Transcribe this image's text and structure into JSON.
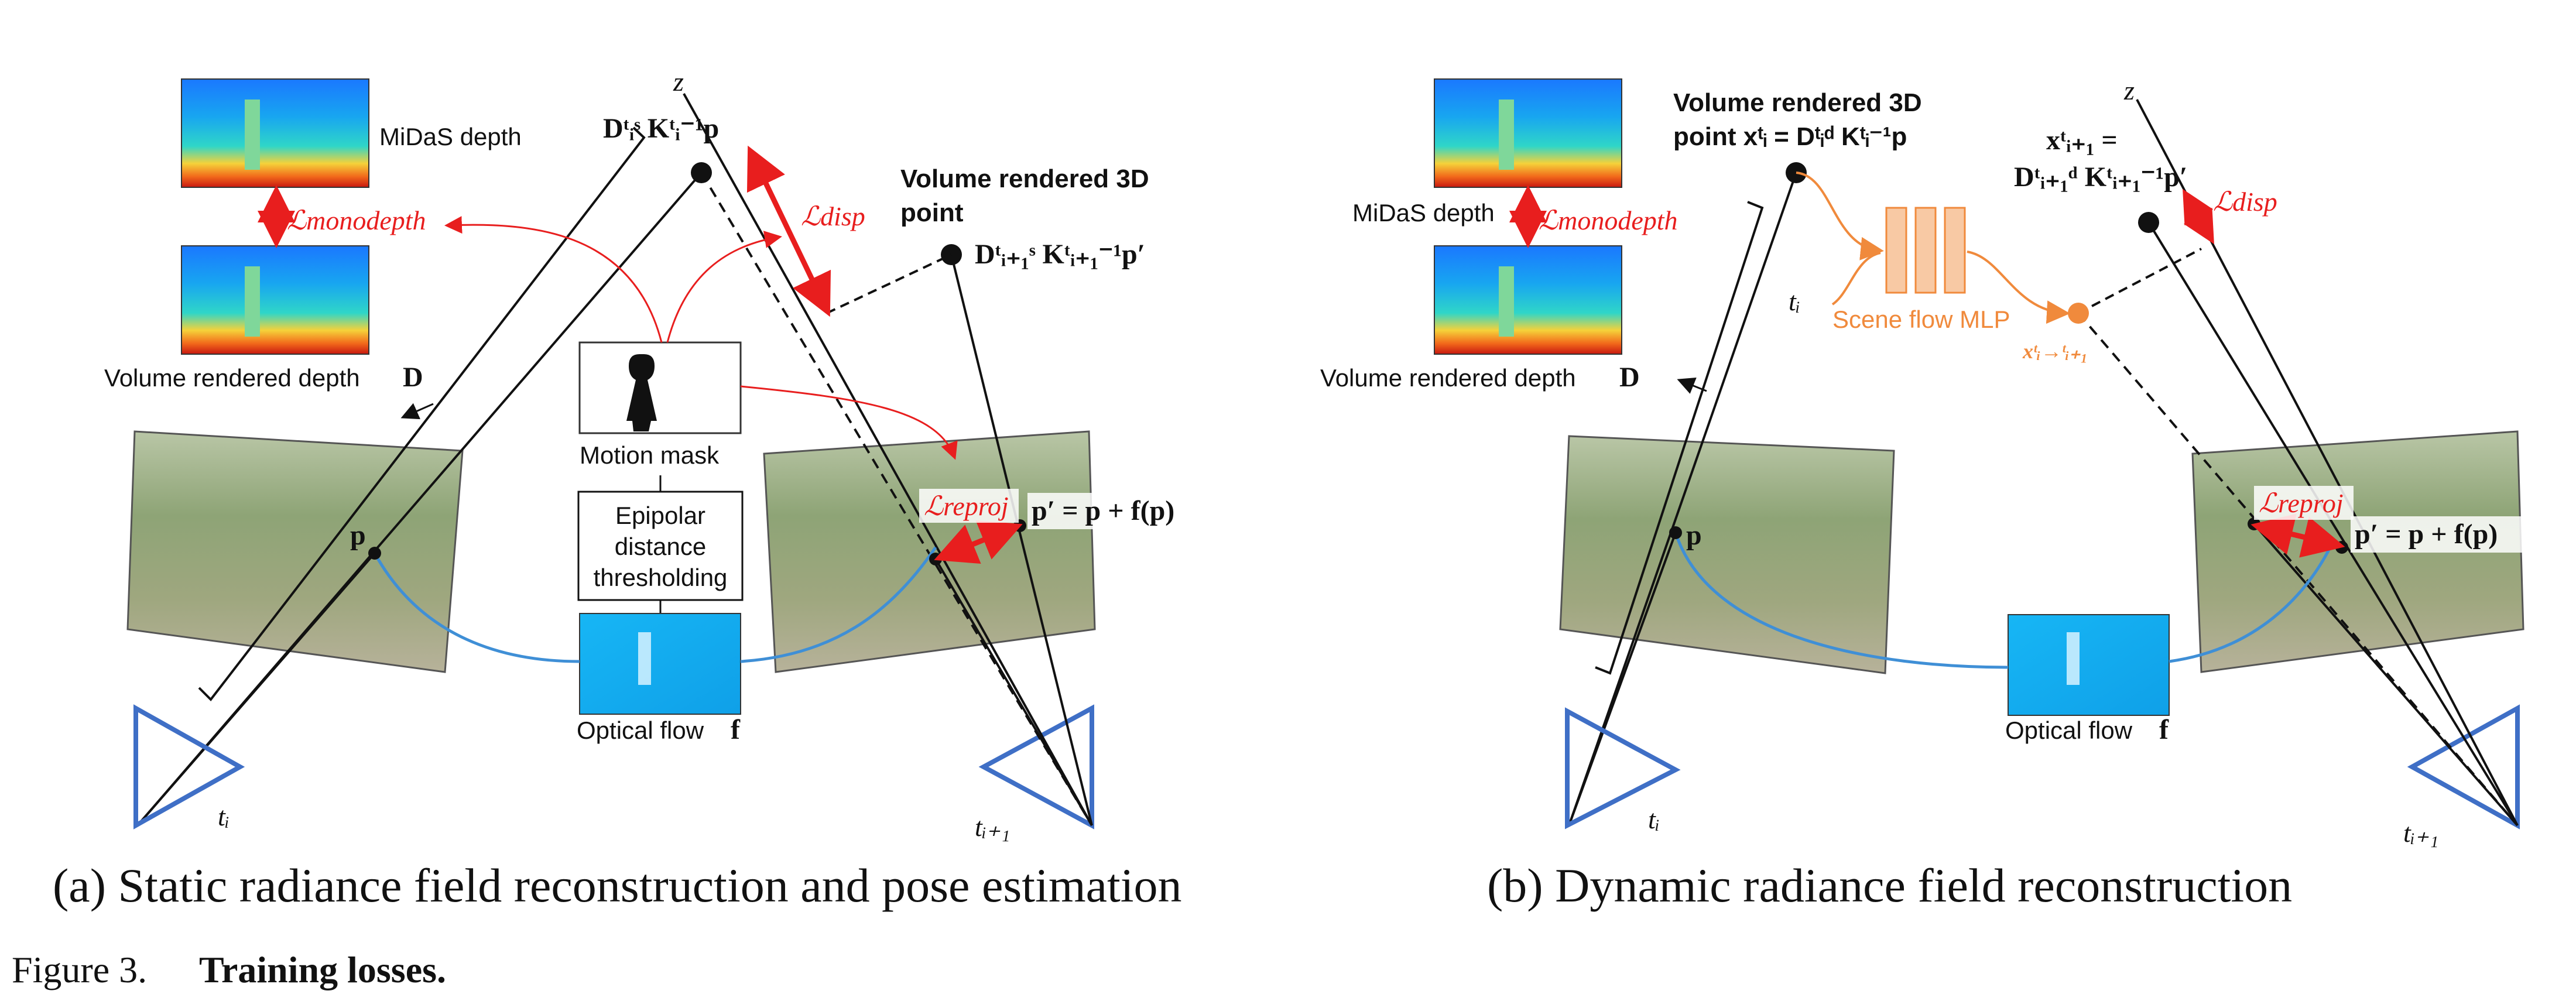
{
  "panel_a": {
    "caption": "(a) Static radiance field reconstruction and pose estimation",
    "midas_label": "MiDaS depth",
    "volume_depth_label": "Volume rendered depth",
    "volume_depth_symbol": "D",
    "loss_monodepth": "ℒmonodepth",
    "loss_disp": "ℒdisp",
    "loss_reproj": "ℒreproj",
    "point_top": "Dᵗᵢˢ Kᵗᵢ⁻¹p",
    "volume_3d_title_1": "Volume rendered 3D",
    "volume_3d_title_2": "point",
    "volume_3d_math": "Dᵗᵢ₊₁ˢ Kᵗᵢ₊₁⁻¹p′",
    "motion_mask": "Motion mask",
    "epipolar_1": "Epipolar",
    "epipolar_2": "distance",
    "epipolar_3": "thresholding",
    "optical_flow": "Optical flow",
    "flow_symbol": "f",
    "p_label": "p",
    "p_prime": "p′ = p + f(p)",
    "z_axis": "z",
    "t_i": "tᵢ",
    "t_i1": "tᵢ₊₁"
  },
  "panel_b": {
    "caption": "(b) Dynamic radiance field reconstruction",
    "midas_label": "MiDaS depth",
    "volume_depth_label": "Volume rendered depth",
    "volume_depth_symbol": "D",
    "loss_monodepth": "ℒmonodepth",
    "loss_disp": "ℒdisp",
    "loss_reproj": "ℒreproj",
    "vr_title_1": "Volume rendered 3D",
    "vr_title_2": "point xᵗᵢ = Dᵗᵢᵈ Kᵗᵢ⁻¹p",
    "x_i1_1": "xᵗᵢ₊₁ =",
    "x_i1_2": "Dᵗᵢ₊₁ᵈ Kᵗᵢ₊₁⁻¹p′",
    "scene_flow": "Scene flow MLP",
    "x_arrow": "xᵗᵢ→ᵗᵢ₊₁",
    "t_i_small": "tᵢ",
    "optical_flow": "Optical flow",
    "flow_symbol": "f",
    "p_label": "p",
    "p_prime": "p′ = p + f(p)",
    "z_axis": "z",
    "t_i": "tᵢ",
    "t_i1": "tᵢ₊₁"
  },
  "figure_caption": {
    "prefix": "Figure 3.",
    "title": "Training losses."
  },
  "colors": {
    "loss_red": "#e81e1e",
    "flow_blue": "#3f6fc6",
    "mlp_orange": "#f08a3c",
    "depth_blue": "#1e6ee0"
  }
}
